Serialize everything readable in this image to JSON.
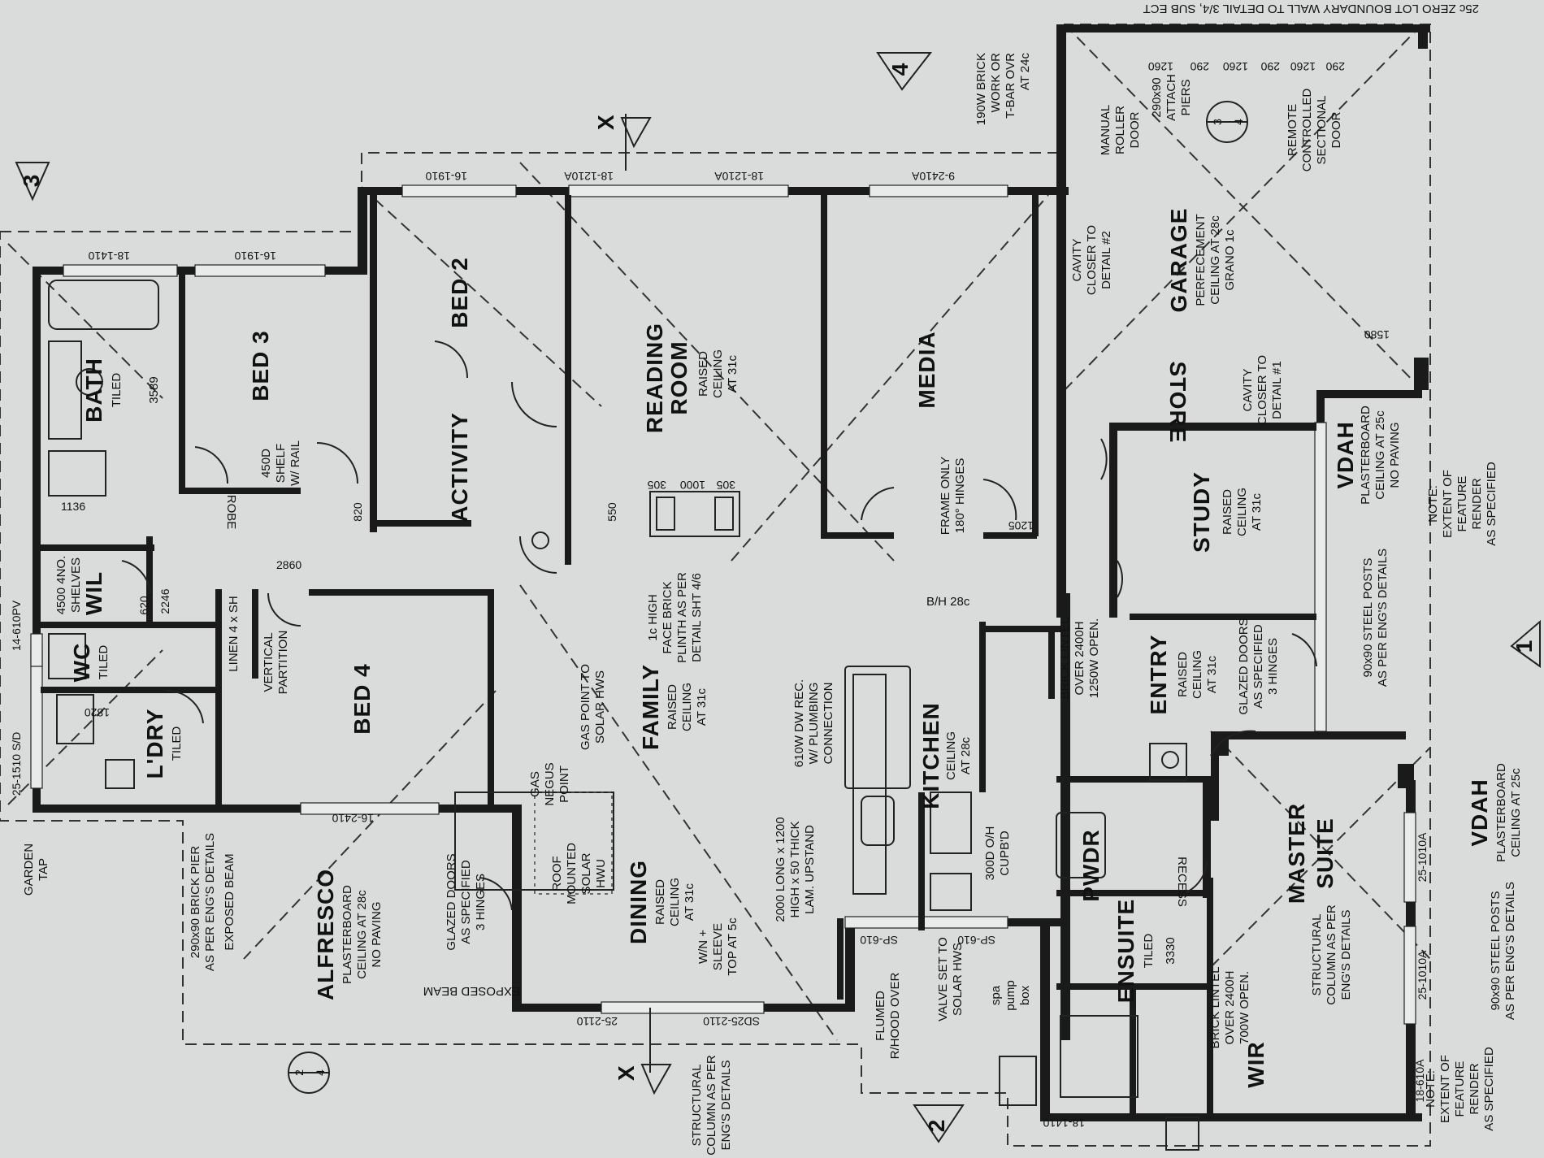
{
  "rooms": {
    "bath": "BATH",
    "bath_sub1": "TILED",
    "bath_sub2": "3589",
    "bed3": "BED 3",
    "bed2": "BED 2",
    "reading": "READING",
    "reading2": "ROOM",
    "reading_sub1": "RAISED",
    "reading_sub2": "CEILING",
    "reading_sub3": "AT 31c",
    "media": "MEDIA",
    "garage": "GARAGE",
    "garage_sub1": "PERFECEMENT",
    "garage_sub2": "CEILING AT 28c",
    "garage_sub3": "GRANO 1c",
    "store": "STORE",
    "study": "STUDY",
    "study_sub1": "RAISED",
    "study_sub2": "CEILING",
    "study_sub3": "AT 31c",
    "vdah": "VDAH",
    "vdah_sub1": "PLASTERBOARD",
    "vdah_sub2": "CEILING AT 25c",
    "vdah_sub3": "NO PAVING",
    "activity": "ACTIVITY",
    "wil": "WIL",
    "wc": "WC",
    "wc_sub": "TILED",
    "bed4": "BED 4",
    "ldry": "L'DRY",
    "ldry_sub": "TILED",
    "family": "FAMILY",
    "family_sub1": "RAISED",
    "family_sub2": "CEILING",
    "family_sub3": "AT 31c",
    "kitchen": "KITCHEN",
    "kitchen_sub1": "CEILING",
    "kitchen_sub2": "AT 28c",
    "entry": "ENTRY",
    "entry_sub1": "RAISED",
    "entry_sub2": "CEILING",
    "entry_sub3": "AT 31c",
    "alfresco": "ALFRESCO",
    "alfresco_sub1": "PLASTERBOARD",
    "alfresco_sub2": "CEILING AT 28c",
    "alfresco_sub3": "NO PAVING",
    "dining": "DINING",
    "dining_sub1": "RAISED",
    "dining_sub2": "CEILING",
    "dining_sub3": "AT 31c",
    "pwdr": "PWDR",
    "ensuite": "ENSUITE",
    "ensuite_sub": "TILED",
    "ensuite_num": "3330",
    "master": "MASTER",
    "master2": "SUITE",
    "wir": "WIR",
    "vdah2": "VDAH",
    "vdah2_sub1": "PLASTERBOARD",
    "vdah2_sub2": "CEILING AT 25c"
  },
  "notes": {
    "top_right": "25c ZERO LOT BOUNDARY WALL TO DETAIL 3/4, SUB ECT",
    "brickwork1": "190W BRICK",
    "brickwork2": "WORK OR",
    "brickwork3": "T-BAR OVR",
    "brickwork4": "AT 24c",
    "manual1": "MANUAL",
    "manual2": "ROLLER",
    "manual3": "DOOR",
    "attach1": "290x90",
    "attach2": "ATTACH",
    "attach3": "PIERS",
    "remote1": "REMOTE",
    "remote2": "CONTROLLED",
    "remote3": "SECTIONAL",
    "remote4": "DOOR",
    "cavity1a": "CAVITY",
    "cavity1b": "CLOSER TO",
    "cavity1c": "DETAIL #2",
    "cavity2a": "CAVITY",
    "cavity2b": "CLOSER TO",
    "cavity2c": "DETAIL #1",
    "frame_only": "FRAME ONLY",
    "hinges": "180° HINGES",
    "plinth1": "1c HIGH",
    "plinth2": "FACE BRICK",
    "plinth3": "PLINTH AS PER",
    "plinth4": "DETAIL SHT 4/6",
    "dw1": "610W DW REC.",
    "dw2": "W/ PLUMBING",
    "dw3": "CONNECTION",
    "upstand1": "2000 LONG x 1200",
    "upstand2": "HIGH x 50 THICK",
    "upstand3": "LAM. UPSTAND",
    "gas1": "GAS POINT TO",
    "gas2": "SOLAR HWS",
    "negus1": "GAS",
    "negus2": "NEGUS",
    "negus3": "POINT",
    "roof1": "ROOF",
    "roof2": "MOUNTED",
    "roof3": "SOLAR",
    "roof4": "HWU",
    "glazed1": "GLAZED DOORS",
    "glazed2": "AS SPECIFIED",
    "glazed3": "3 HINGES",
    "brick_pier1": "290x90 BRICK PIER",
    "brick_pier2": "AS PER ENG'S DETAILS",
    "exposed_beam": "EXPOSED BEAM",
    "garden_tap1": "GARDEN",
    "garden_tap2": "TAP",
    "structural1": "STRUCTURAL",
    "structural2": "COLUMN AS PER",
    "structural3": "ENG'S DETAILS",
    "sleeve1": "W/N +",
    "sleeve2": "SLEEVE",
    "sleeve3": "TOP AT 5c",
    "flumed1": "FLUMED",
    "flumed2": "R/HOOD OVER",
    "valve1": "VALVE SET TO",
    "valve2": "SOLAR HWS",
    "spa1": "spa",
    "spa2": "pump",
    "spa3": "box",
    "lintel1": "BRICK LINTEL",
    "lintel2": "OVER 2400H",
    "lintel3": "1250W OPEN.",
    "lintel4": "BRICK LINTEL",
    "lintel5": "OVER 2400H",
    "lintel6": "700W OPEN.",
    "steel1": "90x90 STEEL POSTS",
    "steel2": "AS PER ENG'S DETAILS",
    "steel3": "90x90 STEEL POSTS",
    "steel4": "AS PER ENG'S DETAILS",
    "note_ext1": "NOTE:",
    "note_ext2": "EXTENT OF",
    "note_ext3": "FEATURE",
    "note_ext4": "RENDER",
    "note_ext5": "AS SPECIFIED",
    "note_ext6": "NOTE:",
    "note_ext7": "EXTENT OF",
    "note_ext8": "FEATURE",
    "note_ext9": "RENDER",
    "note_ext10": "AS SPECIFIED",
    "struct_col1": "STRUCTURAL",
    "struct_col2": "COLUMN AS PER",
    "struct_col3": "ENG'S DETAILS",
    "glazed4": "GLAZED DOORS",
    "glazed5": "AS SPECIFIED",
    "glazed6": "3 HINGES",
    "shelf1": "450D",
    "shelf2": "SHELF",
    "shelf3": "W/ RAIL",
    "shelves1": "4500 4NO.",
    "shelves2": "SHELVES",
    "recess": "RECESS",
    "robe": "ROBE",
    "linen": "LINEN 4 x SH",
    "vertical1": "VERTICAL",
    "vertical2": "PARTITION",
    "cupbd1": "300D O/H",
    "cupbd2": "CUPB'D",
    "exposed_beam2": "EXPOSED BEAM",
    "bh": "B/H 28c"
  },
  "dims": {
    "d1": "18-1410",
    "d2": "16-1910",
    "d3": "16-1910",
    "d4": "18-1210A",
    "d5": "18-1210A",
    "d6": "9-2410A",
    "d7": "14-610PV",
    "d8": "25-1510 S/D",
    "d9": "16-2410",
    "d10": "25-2110",
    "d11": "SD25-2110",
    "d12": "1260",
    "d13": "290",
    "d14": "1260",
    "d15": "290",
    "d16": "1260",
    "d17": "290",
    "d18": "1580",
    "d19": "2860",
    "d20": "2246",
    "d21": "1136",
    "d22": "1820",
    "d23": "1205",
    "d24": "305",
    "d25": "1000",
    "d26": "305",
    "d27": "550",
    "d28": "18-1410",
    "d29": "18-610A",
    "d30": "25-1010A",
    "d31": "25-1010A",
    "d32": "SP-610",
    "d33": "SP-610",
    "d34": "820",
    "d35": "620"
  },
  "markers": {
    "m3": "3",
    "m4": "4",
    "m1": "1",
    "m2": "2",
    "m24a": "2",
    "m24b": "4",
    "m34a": "3",
    "m34b": "4",
    "x1": "X",
    "x2": "X"
  }
}
